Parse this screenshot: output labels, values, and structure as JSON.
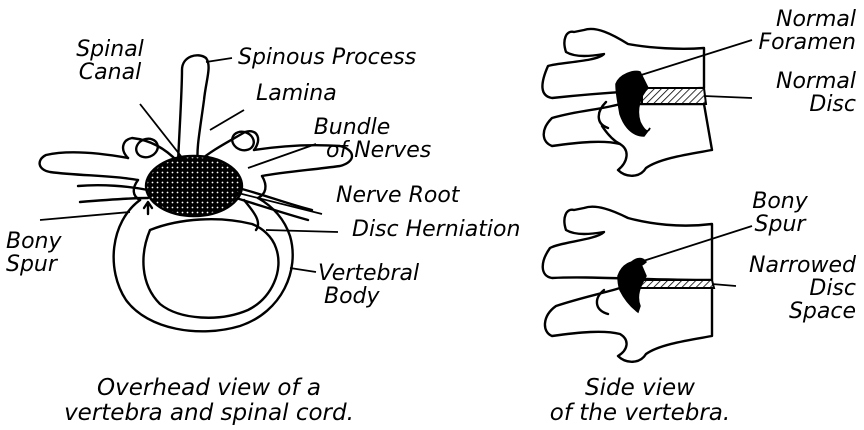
{
  "overhead": {
    "labels": {
      "spinal_canal_1": "Spinal",
      "spinal_canal_2": "Canal",
      "spinous_process": "Spinous Process",
      "lamina": "Lamina",
      "bundle_1": "Bundle",
      "bundle_2": "of Nerves",
      "nerve_root": "Nerve Root",
      "disc_herniation": "Disc Herniation",
      "bony_spur_1": "Bony",
      "bony_spur_2": "Spur",
      "vertebral_body_1": "Vertebral",
      "vertebral_body_2": "Body"
    },
    "caption_1": "Overhead view of a",
    "caption_2": "vertebra and spinal cord."
  },
  "side_normal": {
    "labels": {
      "foramen_1": "Normal",
      "foramen_2": "Foramen",
      "disc_1": "Normal",
      "disc_2": "Disc"
    }
  },
  "side_narrowed": {
    "labels": {
      "bony_spur_1": "Bony",
      "bony_spur_2": "Spur",
      "narrowed_1": "Narrowed",
      "narrowed_2": "Disc",
      "narrowed_3": "Space"
    }
  },
  "side_caption_1": "Side view",
  "side_caption_2": "of the vertebra."
}
